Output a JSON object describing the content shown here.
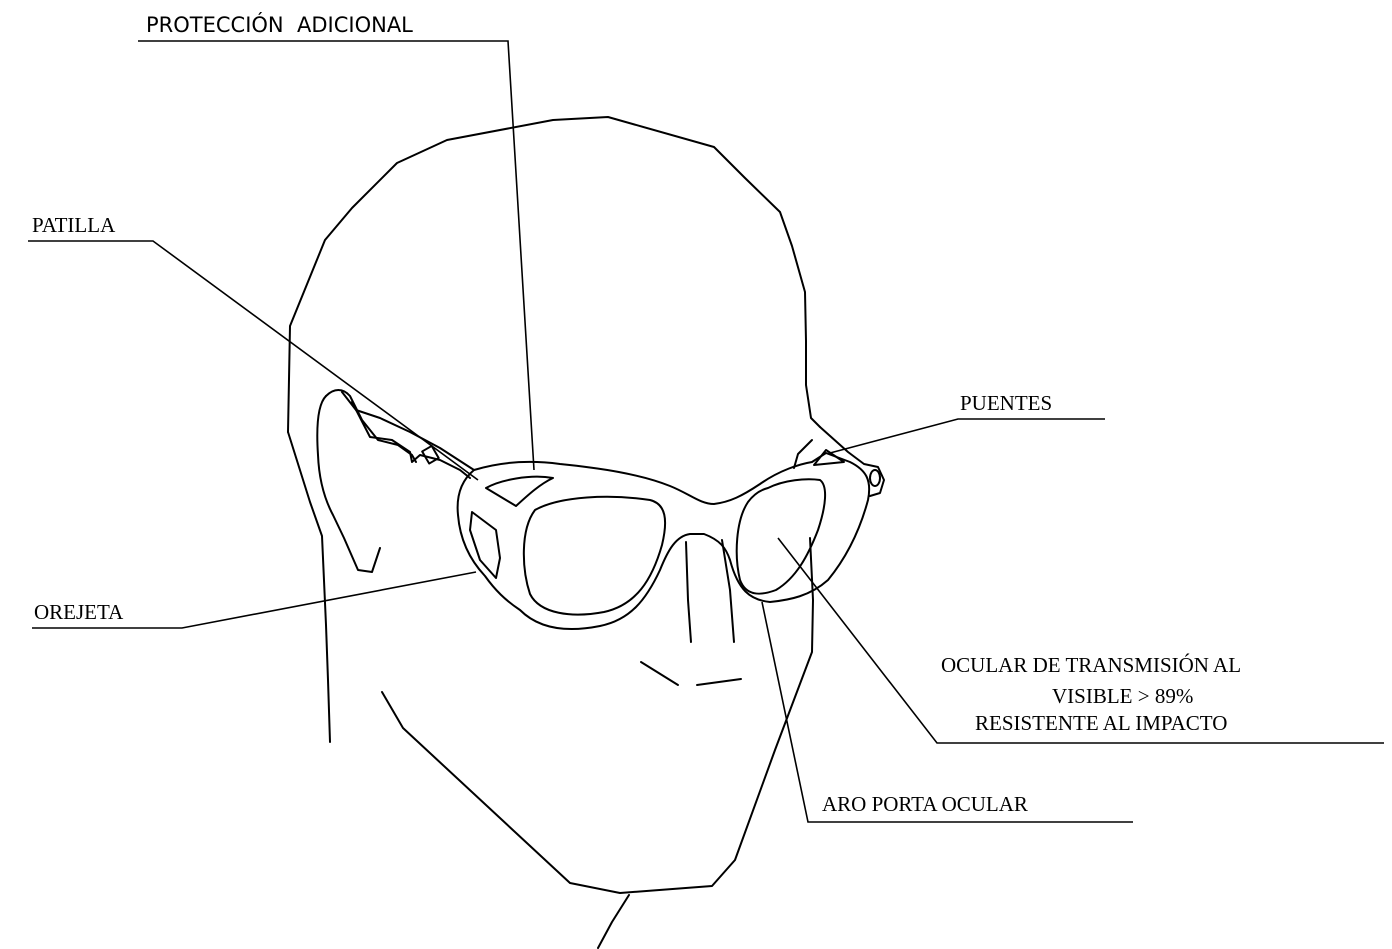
{
  "labels": {
    "proteccion": "PROTECCIÓN  ADICIONAL",
    "patilla": "PATILLA",
    "puentes": "PUENTES",
    "orejeta": "OREJETA",
    "ocular_line1": "OCULAR DE TRANSMISIÓN AL",
    "ocular_line2": "VISIBLE > 89%",
    "ocular_line3": "RESISTENTE AL IMPACTO",
    "aro": "ARO PORTA OCULAR"
  },
  "colors": {
    "line": "#000000",
    "background": "#ffffff"
  }
}
